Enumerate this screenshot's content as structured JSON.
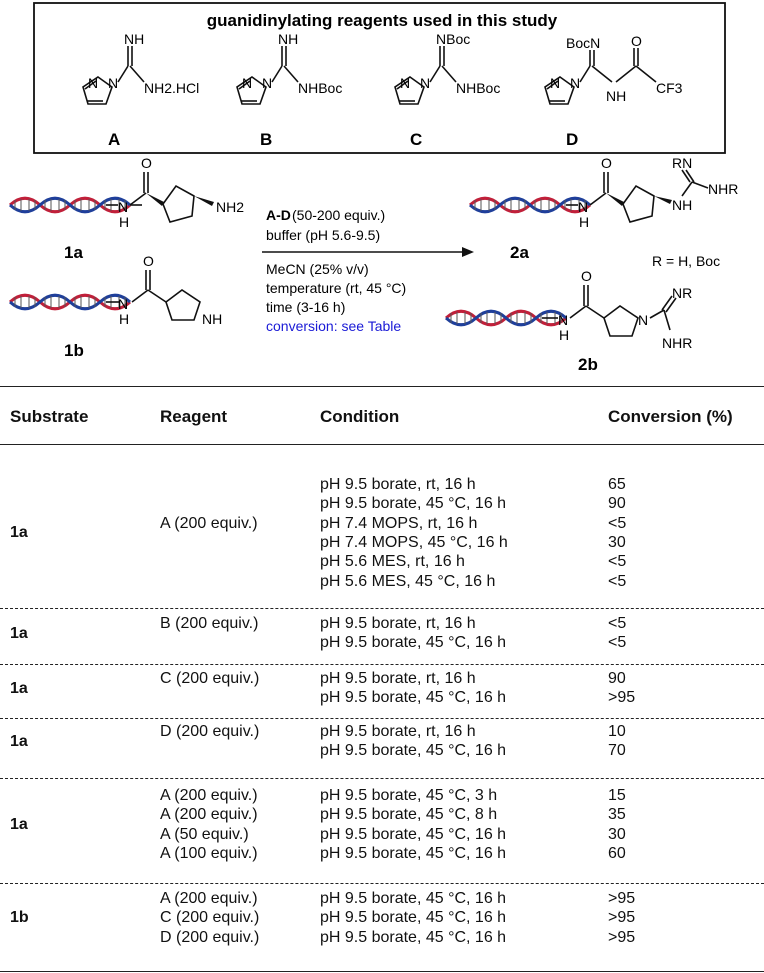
{
  "scheme": {
    "box_title": "guanidinylating reagents used in this study",
    "reagents": [
      {
        "label": "A",
        "groups": [
          "NH",
          "NH2.HCl"
        ]
      },
      {
        "label": "B",
        "groups": [
          "NH",
          "NHBoc"
        ]
      },
      {
        "label": "C",
        "groups": [
          "NBoc",
          "NHBoc"
        ]
      },
      {
        "label": "D",
        "groups": [
          "BocN",
          "NH",
          "O",
          "CF3"
        ]
      }
    ],
    "substrate_1a": {
      "label": "1a",
      "atoms": [
        "O",
        "N",
        "H",
        "NH2"
      ]
    },
    "substrate_1b": {
      "label": "1b",
      "atoms": [
        "O",
        "N",
        "H",
        "NH"
      ]
    },
    "product_2a": {
      "label": "2a",
      "atoms": [
        "O",
        "N",
        "H",
        "RN",
        "NHR",
        "NH"
      ]
    },
    "product_2b": {
      "label": "2b",
      "atoms": [
        "O",
        "N",
        "H",
        "N",
        "NR",
        "NHR"
      ]
    },
    "r_note": "R = H, Boc",
    "conditions": {
      "reagents_bold": "A-D",
      "reagents_rest": " (50-200 equiv.)",
      "buffer": "buffer (pH 5.6-9.5)",
      "solvent": "MeCN (25% v/v)",
      "temperature": "temperature (rt, 45 °C)",
      "time": "time (3-16 h)",
      "conversion": "conversion: see Table"
    },
    "colors": {
      "dna_red": "#c0203a",
      "dna_blue": "#1f3f9a",
      "link_blue": "#1a1ad6"
    }
  },
  "table": {
    "headers": [
      "Substrate",
      "Reagent",
      "Condition",
      "Conversion (%)"
    ],
    "groups": [
      {
        "substrate": "1a",
        "rows": [
          {
            "reagent": "",
            "condition": "pH 9.5 borate, rt, 16 h",
            "conversion": "65"
          },
          {
            "reagent": "",
            "condition": "pH 9.5 borate, 45 °C, 16 h",
            "conversion": "90"
          },
          {
            "reagent": "A (200 equiv.)",
            "condition": "pH 7.4 MOPS, rt, 16 h",
            "conversion": "<5"
          },
          {
            "reagent": "",
            "condition": "pH 7.4 MOPS, 45 °C, 16 h",
            "conversion": "30"
          },
          {
            "reagent": "",
            "condition": "pH 5.6 MES, rt, 16 h",
            "conversion": "<5"
          },
          {
            "reagent": "",
            "condition": "pH 5.6 MES, 45 °C, 16 h",
            "conversion": "<5"
          }
        ]
      },
      {
        "substrate": "1a",
        "rows": [
          {
            "reagent": "B (200 equiv.)",
            "condition": "pH 9.5 borate, rt, 16 h",
            "conversion": "<5"
          },
          {
            "reagent": "",
            "condition": "pH 9.5 borate, 45 °C, 16 h",
            "conversion": "<5"
          }
        ]
      },
      {
        "substrate": "1a",
        "rows": [
          {
            "reagent": "C (200 equiv.)",
            "condition": "pH 9.5 borate, rt, 16 h",
            "conversion": "90"
          },
          {
            "reagent": "",
            "condition": "pH 9.5 borate, 45 °C, 16 h",
            "conversion": ">95"
          }
        ]
      },
      {
        "substrate": "1a",
        "rows": [
          {
            "reagent": "D (200 equiv.)",
            "condition": "pH 9.5 borate, rt, 16 h",
            "conversion": "10"
          },
          {
            "reagent": "",
            "condition": "pH 9.5 borate, 45 °C, 16 h",
            "conversion": "70"
          }
        ]
      },
      {
        "substrate": "1a",
        "rows": [
          {
            "reagent": "A (200 equiv.)",
            "condition": "pH 9.5 borate, 45 °C, 3 h",
            "conversion": "15"
          },
          {
            "reagent": "A (200 equiv.)",
            "condition": "pH 9.5 borate, 45 °C, 8 h",
            "conversion": "35"
          },
          {
            "reagent": "A (50 equiv.)",
            "condition": "pH 9.5 borate, 45 °C, 16 h",
            "conversion": "30"
          },
          {
            "reagent": "A (100 equiv.)",
            "condition": "pH 9.5 borate, 45 °C, 16 h",
            "conversion": "60"
          }
        ]
      },
      {
        "substrate": "1b",
        "rows": [
          {
            "reagent": "A (200 equiv.)",
            "condition": "pH 9.5 borate, 45 °C, 16 h",
            "conversion": ">95"
          },
          {
            "reagent": "C (200 equiv.)",
            "condition": "pH 9.5 borate, 45 °C, 16 h",
            "conversion": ">95"
          },
          {
            "reagent": "D (200 equiv.)",
            "condition": "pH 9.5 borate, 45 °C, 16 h",
            "conversion": ">95"
          }
        ]
      }
    ]
  }
}
